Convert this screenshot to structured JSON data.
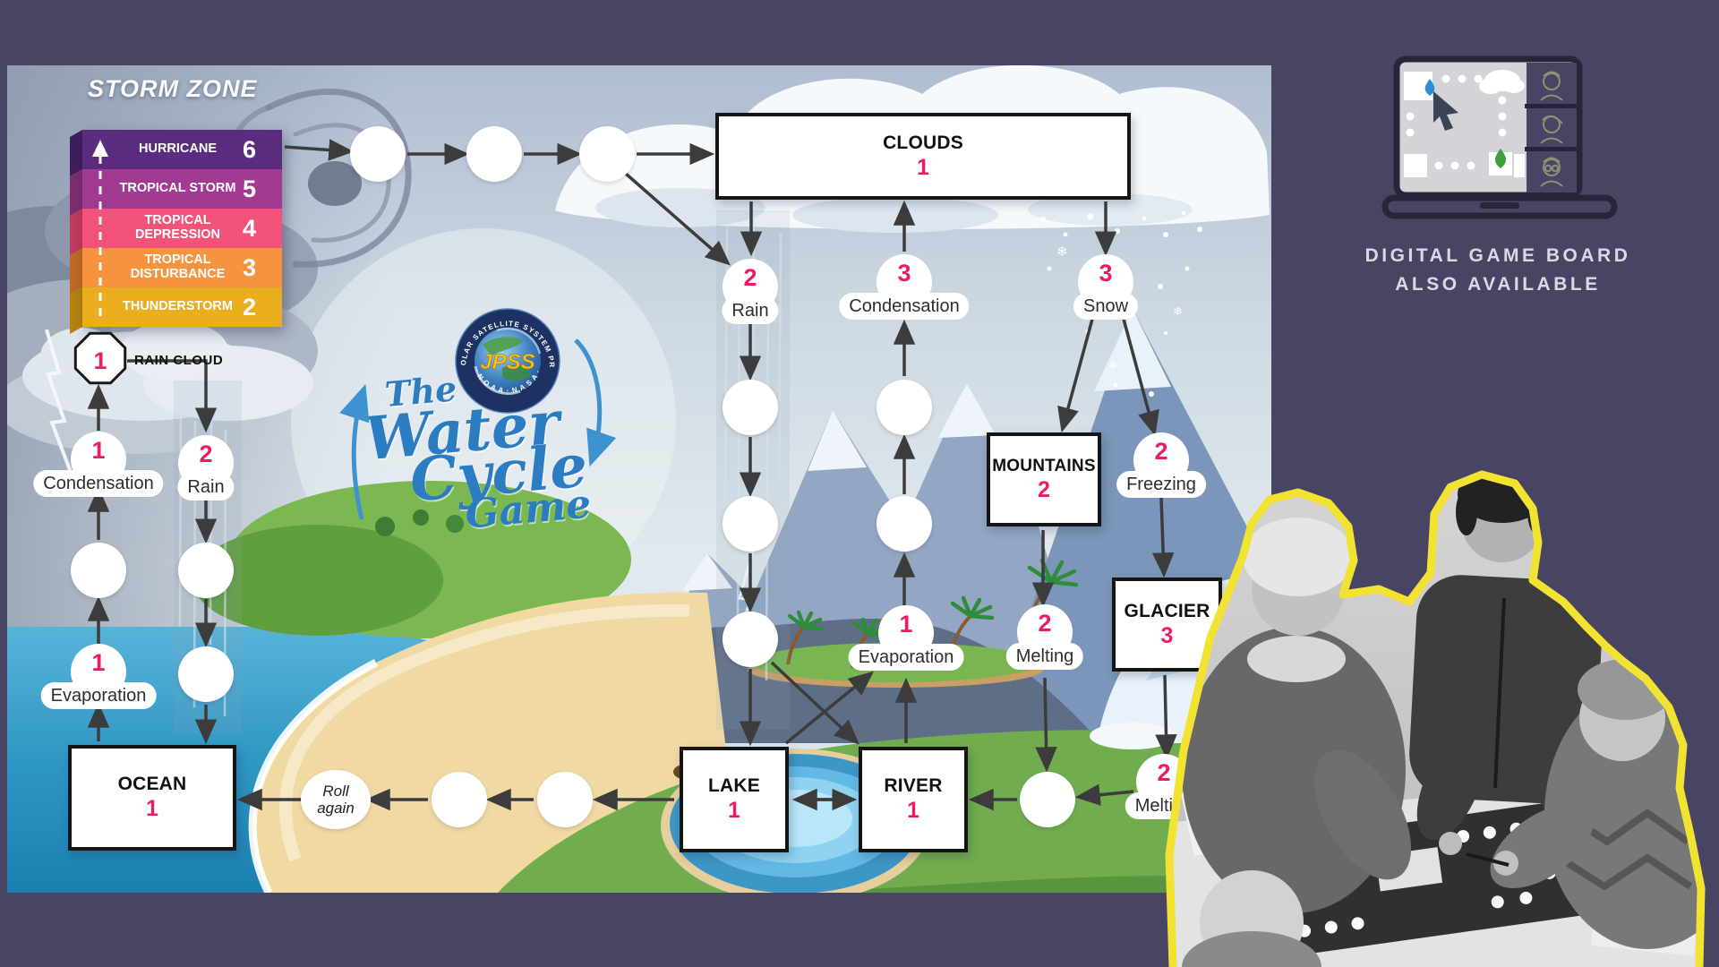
{
  "colors": {
    "background": "#474563",
    "accent_pink": "#ec1a67",
    "arrow": "#3c3c3c",
    "photo_outline": "#f2e232",
    "title_blue": "#2b7cc1",
    "storm_band_colors": [
      "#5b2b80",
      "#a23a94",
      "#f3527b",
      "#f6933e",
      "#e9ad1e"
    ]
  },
  "storm_zone": {
    "title": "STORM ZONE",
    "levels": [
      {
        "label": "HURRICANE",
        "value": "6"
      },
      {
        "label": "TROPICAL STORM",
        "value": "5"
      },
      {
        "label": "TROPICAL DEPRESSION",
        "value": "4"
      },
      {
        "label": "TROPICAL DISTURBANCE",
        "value": "3"
      },
      {
        "label": "THUNDERSTORM",
        "value": "2"
      }
    ],
    "rain_cloud": {
      "value": "1",
      "label": "RAIN CLOUD"
    }
  },
  "logo": {
    "acronym": "JPSS",
    "ring_top": "JOINT POLAR SATELLITE SYSTEM PROGRAM",
    "ring_bottom": "· N O A A · N A S A ·"
  },
  "game_title": {
    "word1": "The",
    "word2": "Water",
    "word3": "Cycle",
    "word4": "Game"
  },
  "boxes": {
    "clouds": {
      "label": "CLOUDS",
      "value": "1"
    },
    "ocean": {
      "label": "OCEAN",
      "value": "1"
    },
    "lake": {
      "label": "LAKE",
      "value": "1"
    },
    "river": {
      "label": "RIVER",
      "value": "1"
    },
    "mountains": {
      "label": "MOUNTAINS",
      "value": "2"
    },
    "glacier": {
      "label": "GLACIER",
      "value": "3"
    }
  },
  "nodes": {
    "condensation_left": {
      "value": "1",
      "label": "Condensation"
    },
    "rain_left": {
      "value": "2",
      "label": "Rain"
    },
    "evaporation_left": {
      "value": "1",
      "label": "Evaporation"
    },
    "rain_top": {
      "value": "2",
      "label": "Rain"
    },
    "condensation_mid": {
      "value": "3",
      "label": "Condensation"
    },
    "snow": {
      "value": "3",
      "label": "Snow"
    },
    "freezing": {
      "value": "2",
      "label": "Freezing"
    },
    "melting_mid": {
      "value": "2",
      "label": "Melting"
    },
    "evaporation_mid": {
      "value": "1",
      "label": "Evaporation"
    },
    "melting_bottom": {
      "value": "2",
      "label": "Melting"
    }
  },
  "roll_again": {
    "line1": "Roll",
    "line2": "again"
  },
  "promo": {
    "line1": "DIGITAL GAME BOARD",
    "line2": "ALSO AVAILABLE"
  }
}
